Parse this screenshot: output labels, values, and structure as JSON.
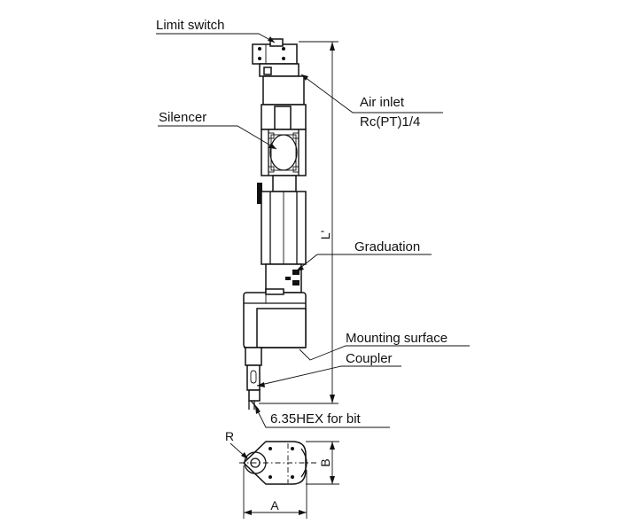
{
  "labels": {
    "limit_switch": "Limit switch",
    "air_inlet": "Air inlet",
    "air_inlet_thread": "Rc(PT)1/4",
    "silencer": "Silencer",
    "graduation": "Graduation",
    "mounting_surface": "Mounting surface",
    "coupler": "Coupler",
    "hex_bit": "6.35HEX for bit"
  },
  "dimensions": {
    "overall_length": "L'",
    "radius": "R",
    "width": "A",
    "height": "B"
  }
}
